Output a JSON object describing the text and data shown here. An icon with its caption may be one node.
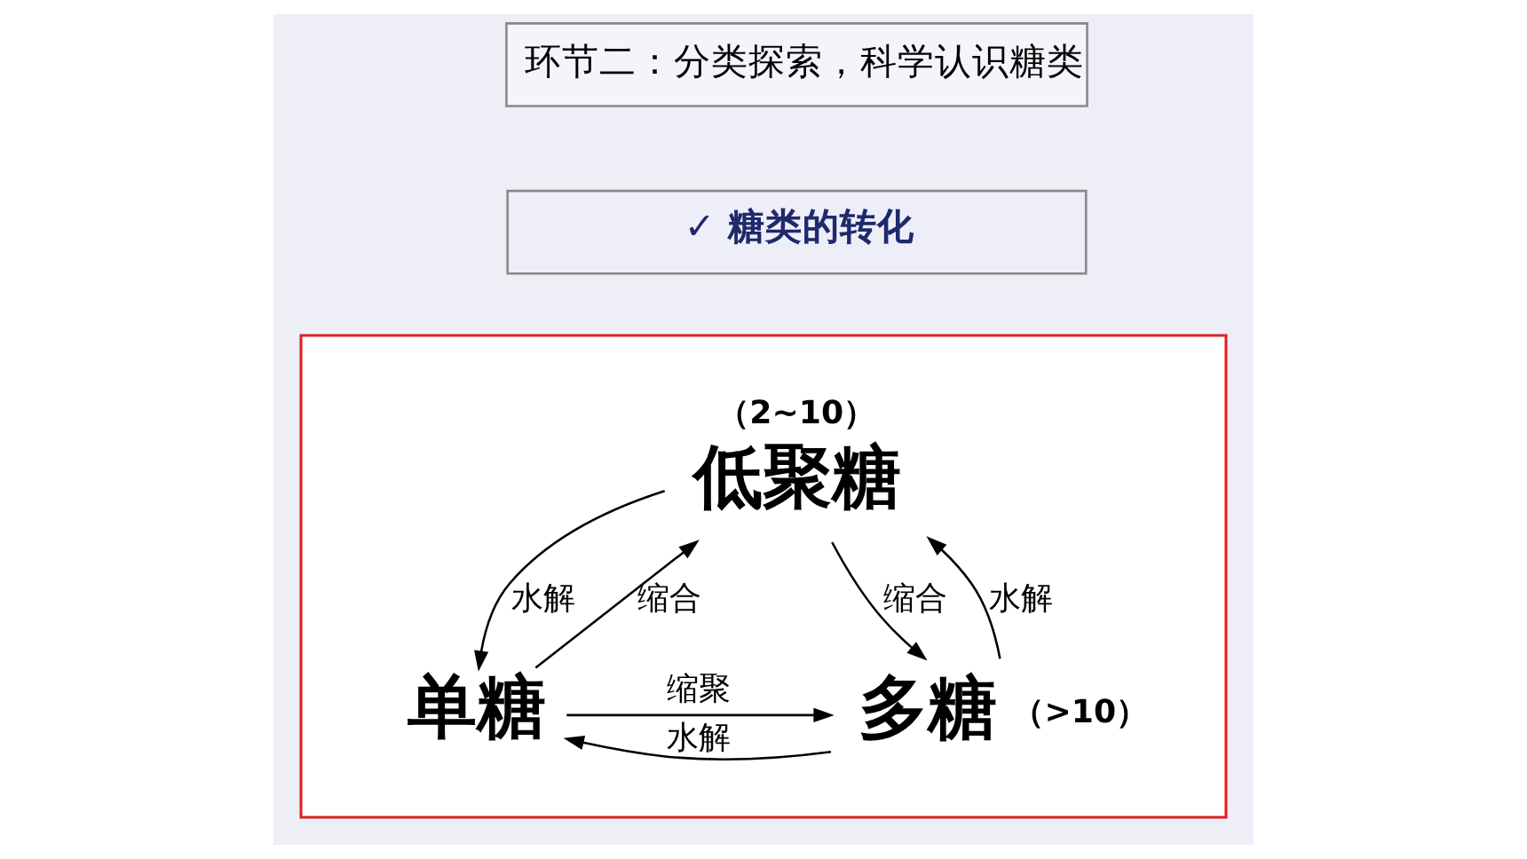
{
  "diagram": {
    "nodes": [
      {
        "text": [
          "环节二：分类探索，科学认识糖类"
        ]
      },
      {
        "text": [
          "✓ 糖类的转化"
        ]
      },
      {
        "text": [],
        "shape": "box"
      },
      {
        "text": [
          "低聚糖"
        ],
        "in": 2,
        "beside": [
          "（2~10）"
        ]
      },
      {
        "text": [
          "单糖"
        ],
        "in": 2
      },
      {
        "text": [
          "多糖"
        ],
        "in": 2,
        "beside": [
          "（>10）"
        ]
      }
    ],
    "edges": [
      {
        "from": 4,
        "to": 3,
        "arrow": "to",
        "label": "缩合"
      },
      {
        "from": 3,
        "to": 4,
        "arrow": "to",
        "label": "水解"
      },
      {
        "from": 3,
        "to": 5,
        "arrow": "to",
        "label": "缩合"
      },
      {
        "from": 5,
        "to": 3,
        "arrow": "to",
        "label": "水解"
      },
      {
        "from": 4,
        "to": 5,
        "arrow": "to",
        "label": "缩聚"
      },
      {
        "from": 5,
        "to": 4,
        "arrow": "to",
        "label": "水解"
      }
    ]
  }
}
